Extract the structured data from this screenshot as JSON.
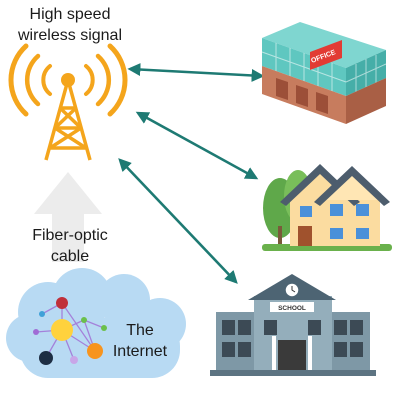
{
  "labels": {
    "signal": [
      "High speed",
      "wireless signal"
    ],
    "cable": [
      "Fiber-optic",
      "cable"
    ],
    "internet": [
      "The",
      "Internet"
    ],
    "office_sign": "OFFICE",
    "school_sign": "SCHOOL"
  },
  "icons": {
    "tower": "radio-tower-icon",
    "office": "office-building-icon",
    "house": "house-icon",
    "school": "school-building-icon",
    "cloud": "internet-cloud-icon",
    "cable_arrow": "up-arrow-icon"
  },
  "colors": {
    "tower": "#f4a51c",
    "arrow": "#1e7a73",
    "cloud": "#b8daf3",
    "office_glass": "#5fc7c0",
    "office_brick": "#c77c5e",
    "house_wall": "#fbdca0",
    "house_roof": "#4d5d6d",
    "school_wall": "#7e98a6",
    "cable_arrow": "#ededed"
  }
}
